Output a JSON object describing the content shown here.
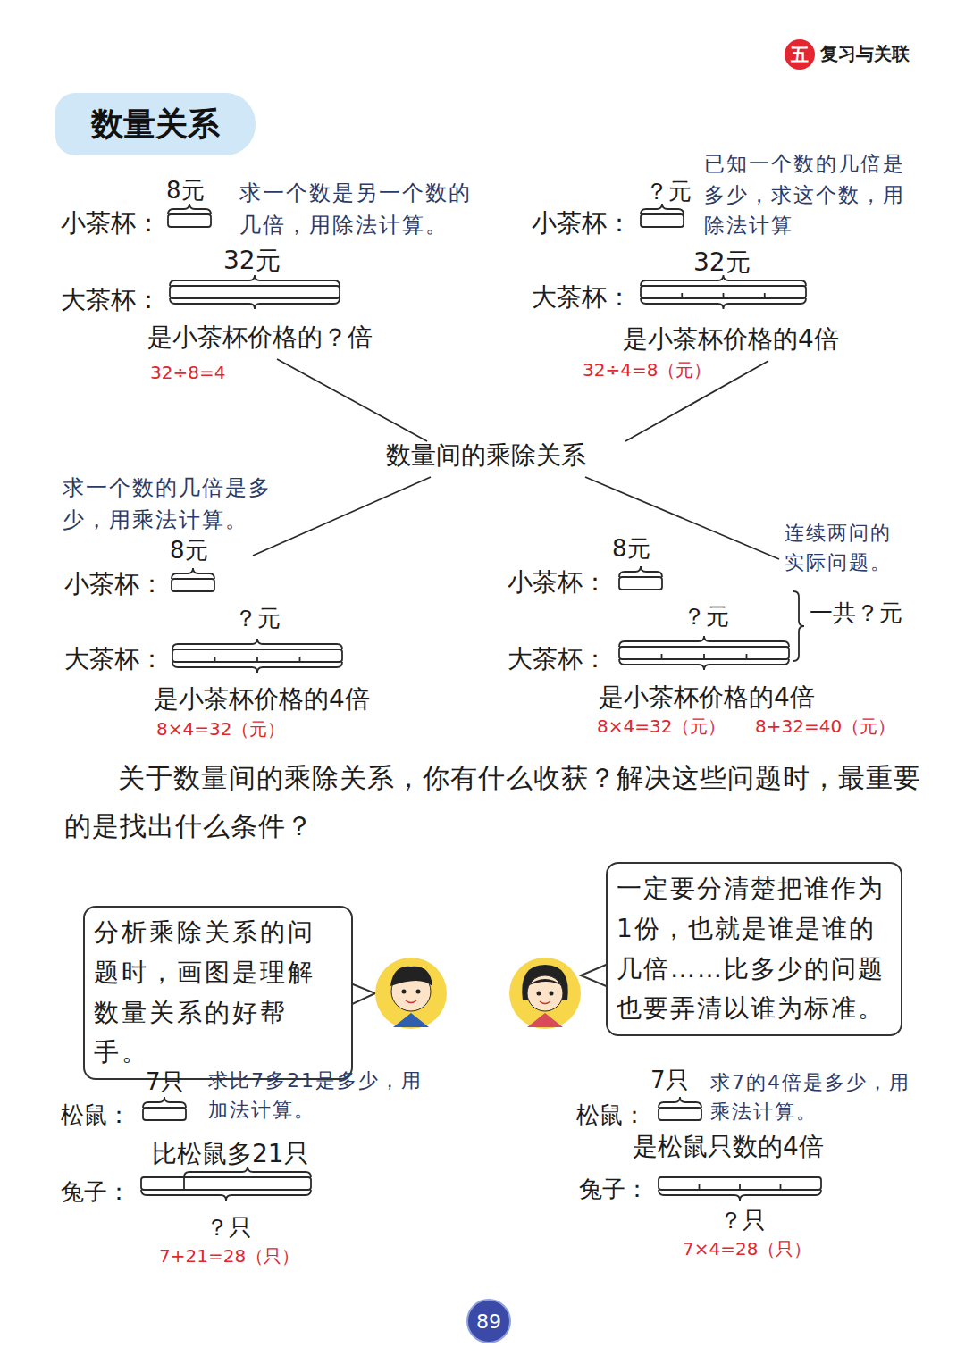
{
  "diagram": {
    "title": "数量关系",
    "nodes": [
      {
        "text": [
          "五"
        ]
      },
      {
        "text": [
          "数量关系"
        ]
      },
      {
        "text": [
          "分析乘除关系的问题时，画图是理解数量关系的好帮手。"
        ]
      },
      {
        "text": [
          "一定要分清楚把谁作为1份，也就是谁是谁的几倍……比多少的问题也要弄清以谁为标准。"
        ]
      },
      {
        "text": [
          "89"
        ]
      }
    ],
    "labels": [
      "复习与关联",
      "8元",
      "求一个数是另一个数的几倍，用除法计算。",
      "小茶杯：",
      "32元",
      "大茶杯：",
      "是小茶杯价格的？倍",
      "32÷8=4",
      "已知一个数的几倍是多少，求这个数，用除法计算",
      "？元",
      "小茶杯：",
      "32元",
      "大茶杯：",
      "是小茶杯价格的4倍",
      "32÷4=8（元）",
      "数量间的乘除关系",
      "求一个数的几倍是多少，用乘法计算。",
      "8元",
      "小茶杯：",
      "？元",
      "大茶杯：",
      "是小茶杯价格的4倍",
      "8×4=32（元）",
      "8元",
      "小茶杯：",
      "连续两问的实际问题。",
      "？元",
      "一共？元",
      "大茶杯：",
      "是小茶杯价格的4倍",
      "8×4=32（元）",
      "8+32=40（元）",
      "关于数量间的乘除关系，你有什么收获？解决这些问题时，最重要的是找出什么条件？",
      "7只",
      "求比7多21是多少，用加法计算。",
      "松鼠：",
      "比松鼠多21只",
      "兔子：",
      "？只",
      "7+21=28（只）",
      "7只",
      "求7的4倍是多少，用乘法计算。",
      "松鼠：",
      "是松鼠只数的4倍",
      "兔子：",
      "？只",
      "7×4=28（只）"
    ]
  }
}
